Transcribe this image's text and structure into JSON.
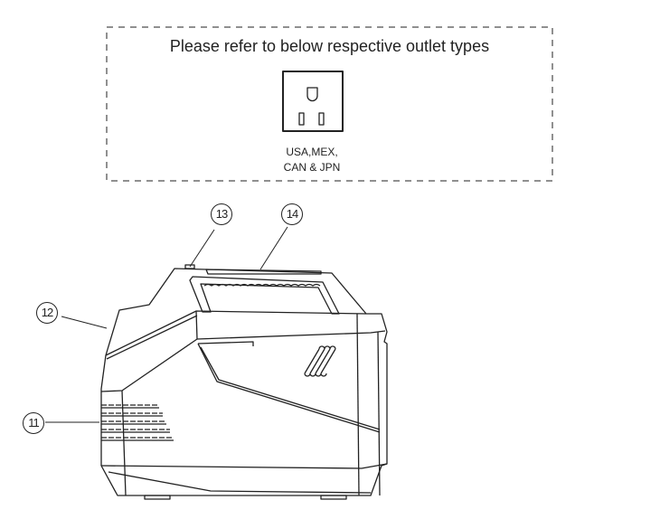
{
  "outlet_panel": {
    "title": "Please refer to below respective outlet types",
    "outlet_icon": "us-type-b-outlet-icon",
    "label_line1": "USA,MEX,",
    "label_line2": "CAN & JPN"
  },
  "callouts": {
    "c11": "11",
    "c12": "12",
    "c13": "13",
    "c14": "14"
  }
}
